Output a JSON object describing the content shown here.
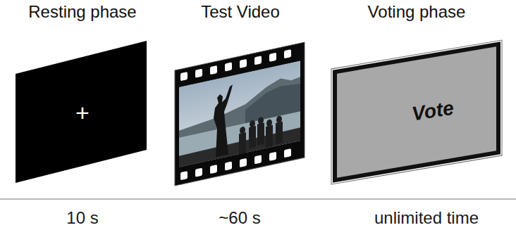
{
  "diagram": {
    "nodes": [
      {
        "text": [
          "Resting phase",
          "+"
        ]
      },
      {
        "text": [
          "Test Video"
        ]
      },
      {
        "text": [
          "Voting phase",
          "Vote"
        ]
      }
    ],
    "labels": [
      "10 s",
      "~60 s",
      "unlimited time"
    ]
  }
}
